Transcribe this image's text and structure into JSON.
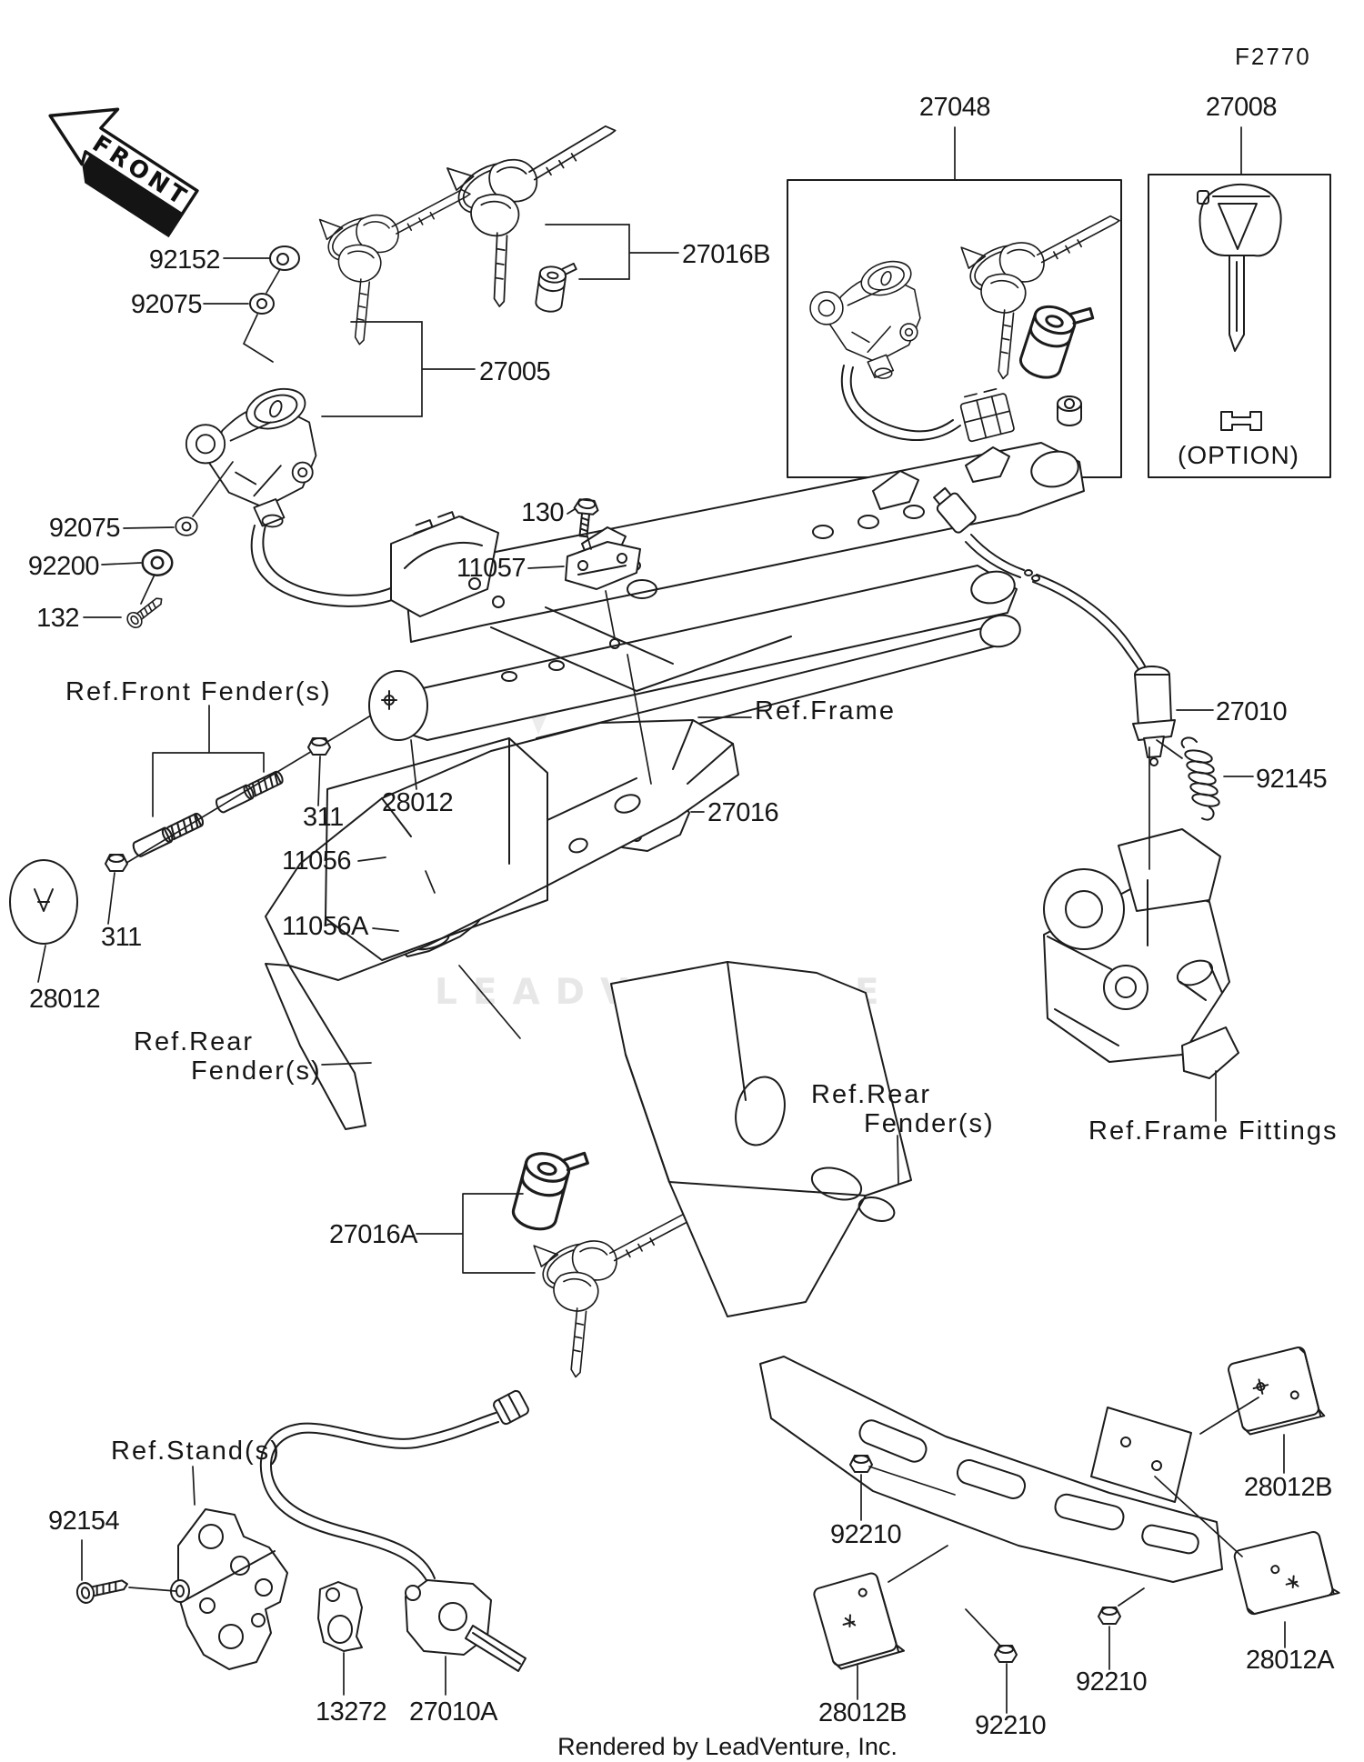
{
  "meta": {
    "diagram_code": "F2770",
    "watermark": "LEADVENTURE",
    "footer": "Rendered by LeadVenture, Inc."
  },
  "markers": {
    "front": "FRONT",
    "option": "(OPTION)"
  },
  "parts": {
    "92152": "92152",
    "92075": "92075",
    "27005": "27005",
    "27016B": "27016B",
    "27048": "27048",
    "27008": "27008",
    "92200": "92200",
    "132": "132",
    "130": "130",
    "11057": "11057",
    "27016": "27016",
    "27010": "27010",
    "92145": "92145",
    "311": "311",
    "28012": "28012",
    "11056": "11056",
    "11056A": "11056A",
    "27016A": "27016A",
    "92154": "92154",
    "13272": "13272",
    "27010A": "27010A",
    "92210": "92210",
    "28012B": "28012B",
    "28012A": "28012A"
  },
  "refs": {
    "front_fender": "Ref.Front Fender(s)",
    "frame": "Ref.Frame",
    "rear_1": "Ref.Rear",
    "rear_2": "Fender(s)",
    "frame_fittings": "Ref.Frame Fittings",
    "stands": "Ref.Stand(s)"
  }
}
